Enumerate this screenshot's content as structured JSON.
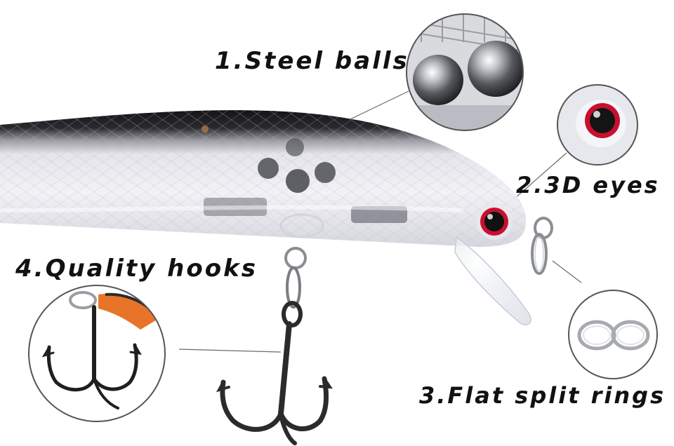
{
  "features": {
    "steel_balls": "1.Steel balls",
    "eyes": "2.3D eyes",
    "split_rings": "3.Flat split rings",
    "hooks": "4.Quality hooks"
  },
  "colors": {
    "background": "#ffffff",
    "label_text": "#111111",
    "lure_back": "#1c1c1e",
    "eye_ring": "#c8102e",
    "hook_metal": "#2b2b2b"
  },
  "icons": [
    "steel-balls-detail",
    "eye-detail",
    "split-rings-detail",
    "hook-detail"
  ]
}
